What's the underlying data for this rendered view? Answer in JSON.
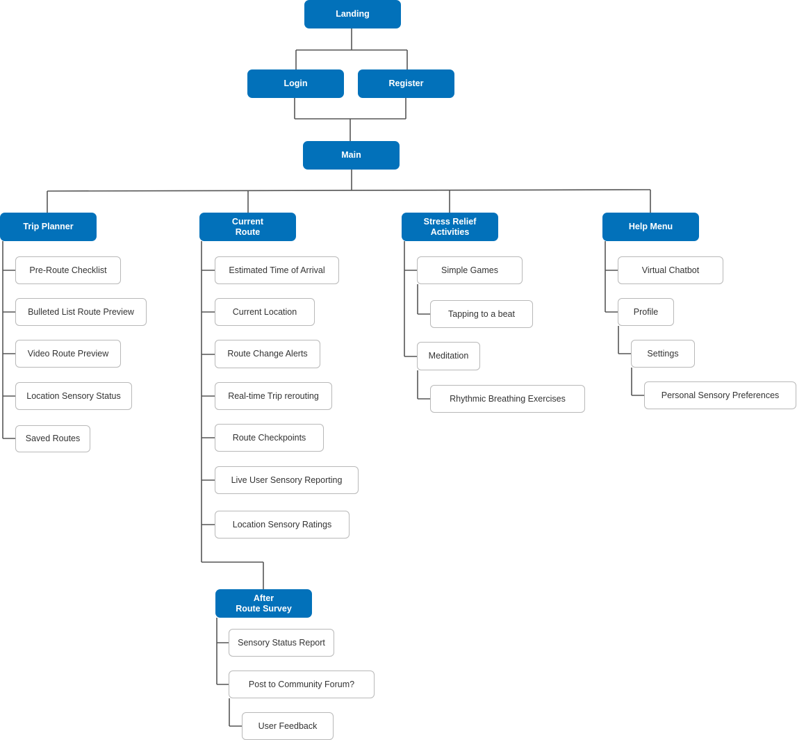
{
  "colors": {
    "primary_fill": "#0271ba",
    "primary_text": "#ffffff",
    "secondary_border": "#b8b8b8",
    "secondary_text": "#333333",
    "connector": "#555555"
  },
  "nodes": {
    "landing": "Landing",
    "login": "Login",
    "register": "Register",
    "main": "Main",
    "trip_planner": "Trip Planner",
    "current_route": "Current\nRoute",
    "stress_relief": "Stress Relief\nActivities",
    "help_menu": "Help Menu",
    "pre_route_checklist": "Pre-Route Checklist",
    "bulleted_list_route_preview": "Bulleted List Route Preview",
    "video_route_preview": "Video Route Preview",
    "location_sensory_status": "Location Sensory Status",
    "saved_routes": "Saved Routes",
    "estimated_time_of_arrival": "Estimated Time of Arrival",
    "current_location": "Current Location",
    "route_change_alerts": "Route Change Alerts",
    "real_time_trip_rerouting": "Real-time Trip rerouting",
    "route_checkpoints": "Route Checkpoints",
    "live_user_sensory_reporting": "Live User Sensory Reporting",
    "location_sensory_ratings": "Location Sensory Ratings",
    "after_route_survey": "After\nRoute Survey",
    "sensory_status_report": "Sensory Status Report",
    "post_to_community_forum": "Post to Community Forum?",
    "user_feedback": "User Feedback",
    "simple_games": "Simple Games",
    "tapping_to_a_beat": "Tapping to a beat",
    "meditation": "Meditation",
    "rhythmic_breathing_exercises": "Rhythmic Breathing Exercises",
    "virtual_chatbot": "Virtual Chatbot",
    "profile": "Profile",
    "settings": "Settings",
    "personal_sensory_preferences": "Personal Sensory Preferences"
  }
}
